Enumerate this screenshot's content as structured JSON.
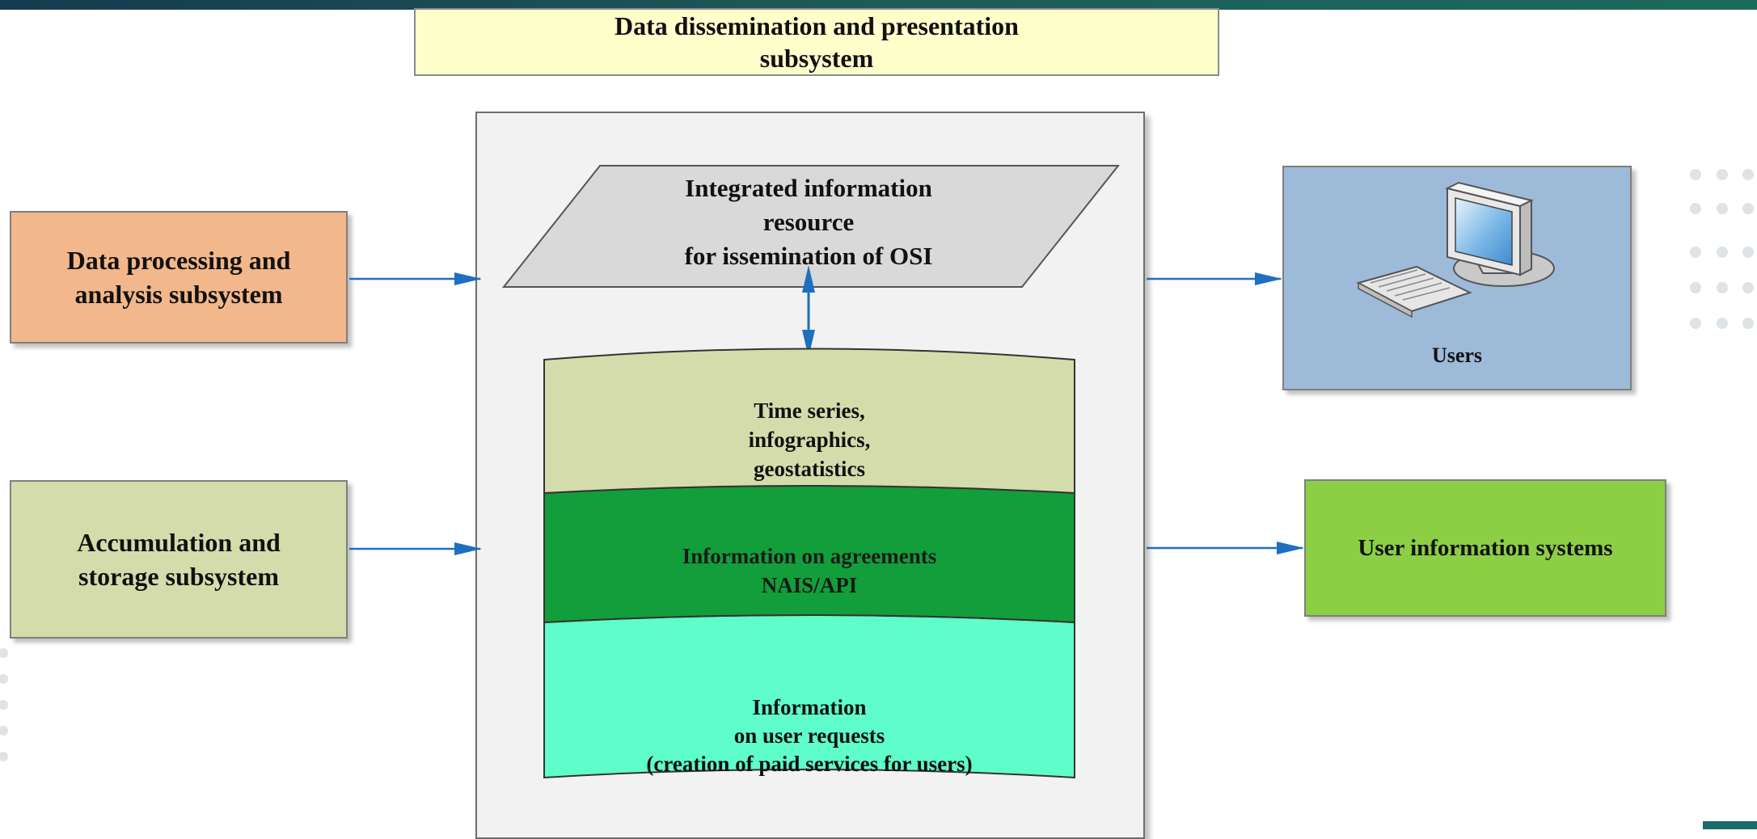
{
  "title": "Data dissemination and presentation\nsubsystem",
  "left_boxes": {
    "processing": "Data processing and\nanalysis subsystem",
    "storage": "Accumulation and\nstorage subsystem"
  },
  "integrated_resource": "Integrated information\nresource\nfor issemination of OSI",
  "cylinder": {
    "top_section": "Time series,\ninfographics,\ngeostatistics",
    "middle_section": "Information on agreements\nNAIS/API",
    "bottom_section": "Information\non user requests\n(creation of paid services for users)"
  },
  "right_boxes": {
    "users": "Users",
    "user_systems": "User information systems"
  },
  "colors": {
    "title_fill": "#ffffcc",
    "processing_fill": "#f2b78a",
    "storage_fill": "#d5dcab",
    "users_fill": "#9dbbd9",
    "user_systems_fill": "#8ccf45",
    "cylinder_top_fill": "#d5dcab",
    "cylinder_middle_fill": "#129e3a",
    "cylinder_bottom_fill": "#5ffdc9",
    "arrow": "#1f6fbf",
    "frame_fill": "#f2f2f2"
  },
  "icons": [
    "computer-icon"
  ]
}
